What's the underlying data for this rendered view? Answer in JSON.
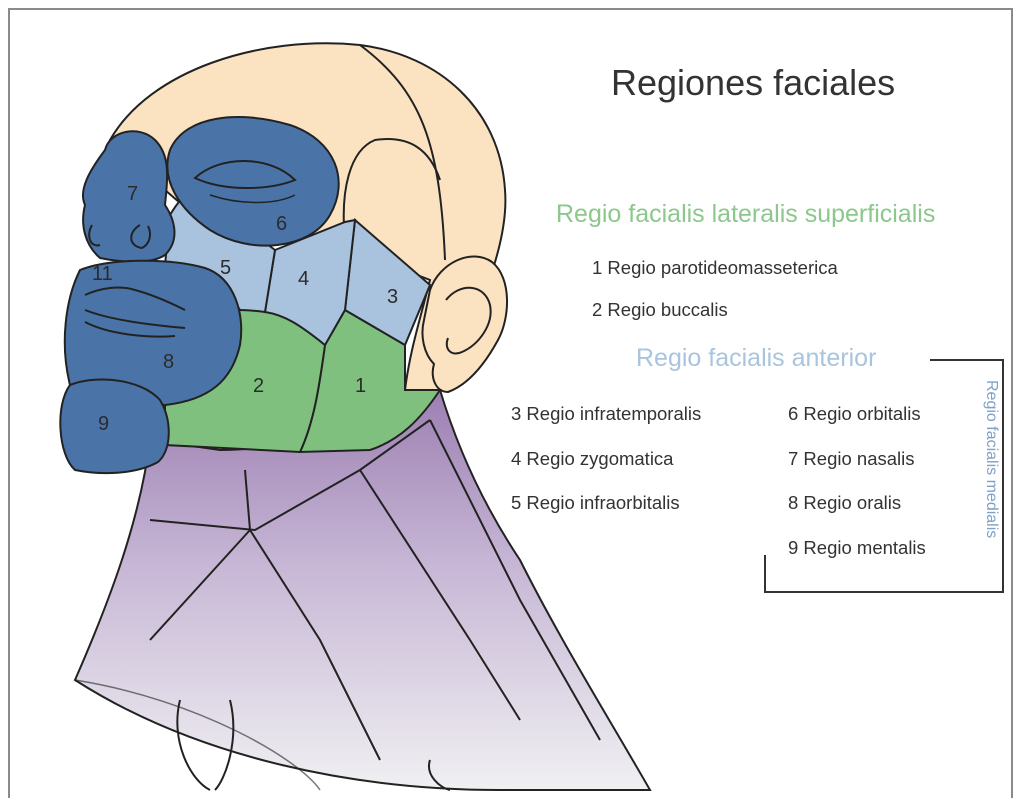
{
  "title": "Regiones faciales",
  "lateral": {
    "heading": "Regio facialis lateralis superficialis",
    "items": [
      "1 Regio parotideomasseterica",
      "2 Regio buccalis"
    ]
  },
  "anterior": {
    "heading": "Regio facialis anterior",
    "items": [
      "3 Regio infratemporalis",
      "4 Regio zygomatica",
      "5 Regio infraorbitalis"
    ]
  },
  "medialis": {
    "label": "Regio facialis medialis",
    "items": [
      "6 Regio orbitalis",
      "7 Regio nasalis",
      "8 Regio oralis",
      "9 Regio mentalis"
    ]
  },
  "region_numbers": [
    "1",
    "2",
    "3",
    "4",
    "5",
    "6",
    "7",
    "8",
    "9",
    "11"
  ],
  "colors": {
    "lateral": "#7fc07f",
    "anterior": "#a9c3de",
    "medialis": "#4a74a8",
    "skin": "#fbe3c2",
    "neck": "#a890b8",
    "text": "#333333"
  }
}
